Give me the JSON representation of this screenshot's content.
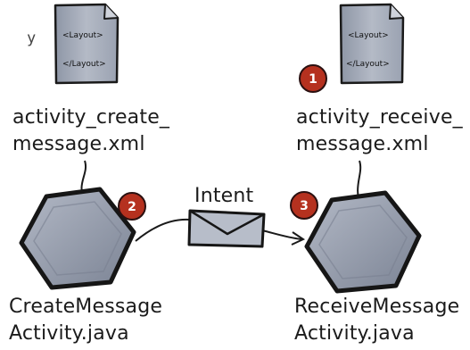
{
  "edge_fragment": "y",
  "files": {
    "create_layout": {
      "tag_open": "<Layout>",
      "tag_close": "</Layout>",
      "name_line1": "activity_create_",
      "name_line2": "message.xml"
    },
    "receive_layout": {
      "tag_open": "<Layout>",
      "tag_close": "</Layout>",
      "name_line1": "activity_receive_",
      "name_line2": "message.xml"
    }
  },
  "activities": {
    "create": {
      "name_line1": "CreateMessage",
      "name_line2": "Activity.java"
    },
    "receive": {
      "name_line1": "ReceiveMessage",
      "name_line2": "Activity.java"
    }
  },
  "intent_label": "Intent",
  "badges": [
    "1",
    "2",
    "3"
  ],
  "colors": {
    "badge": "#b5311f",
    "hexagon_fill": "#8f97a7",
    "hexagon_stroke": "#161616",
    "document_fill": "#a7afbc",
    "envelope_fill": "#b7bdc9"
  }
}
